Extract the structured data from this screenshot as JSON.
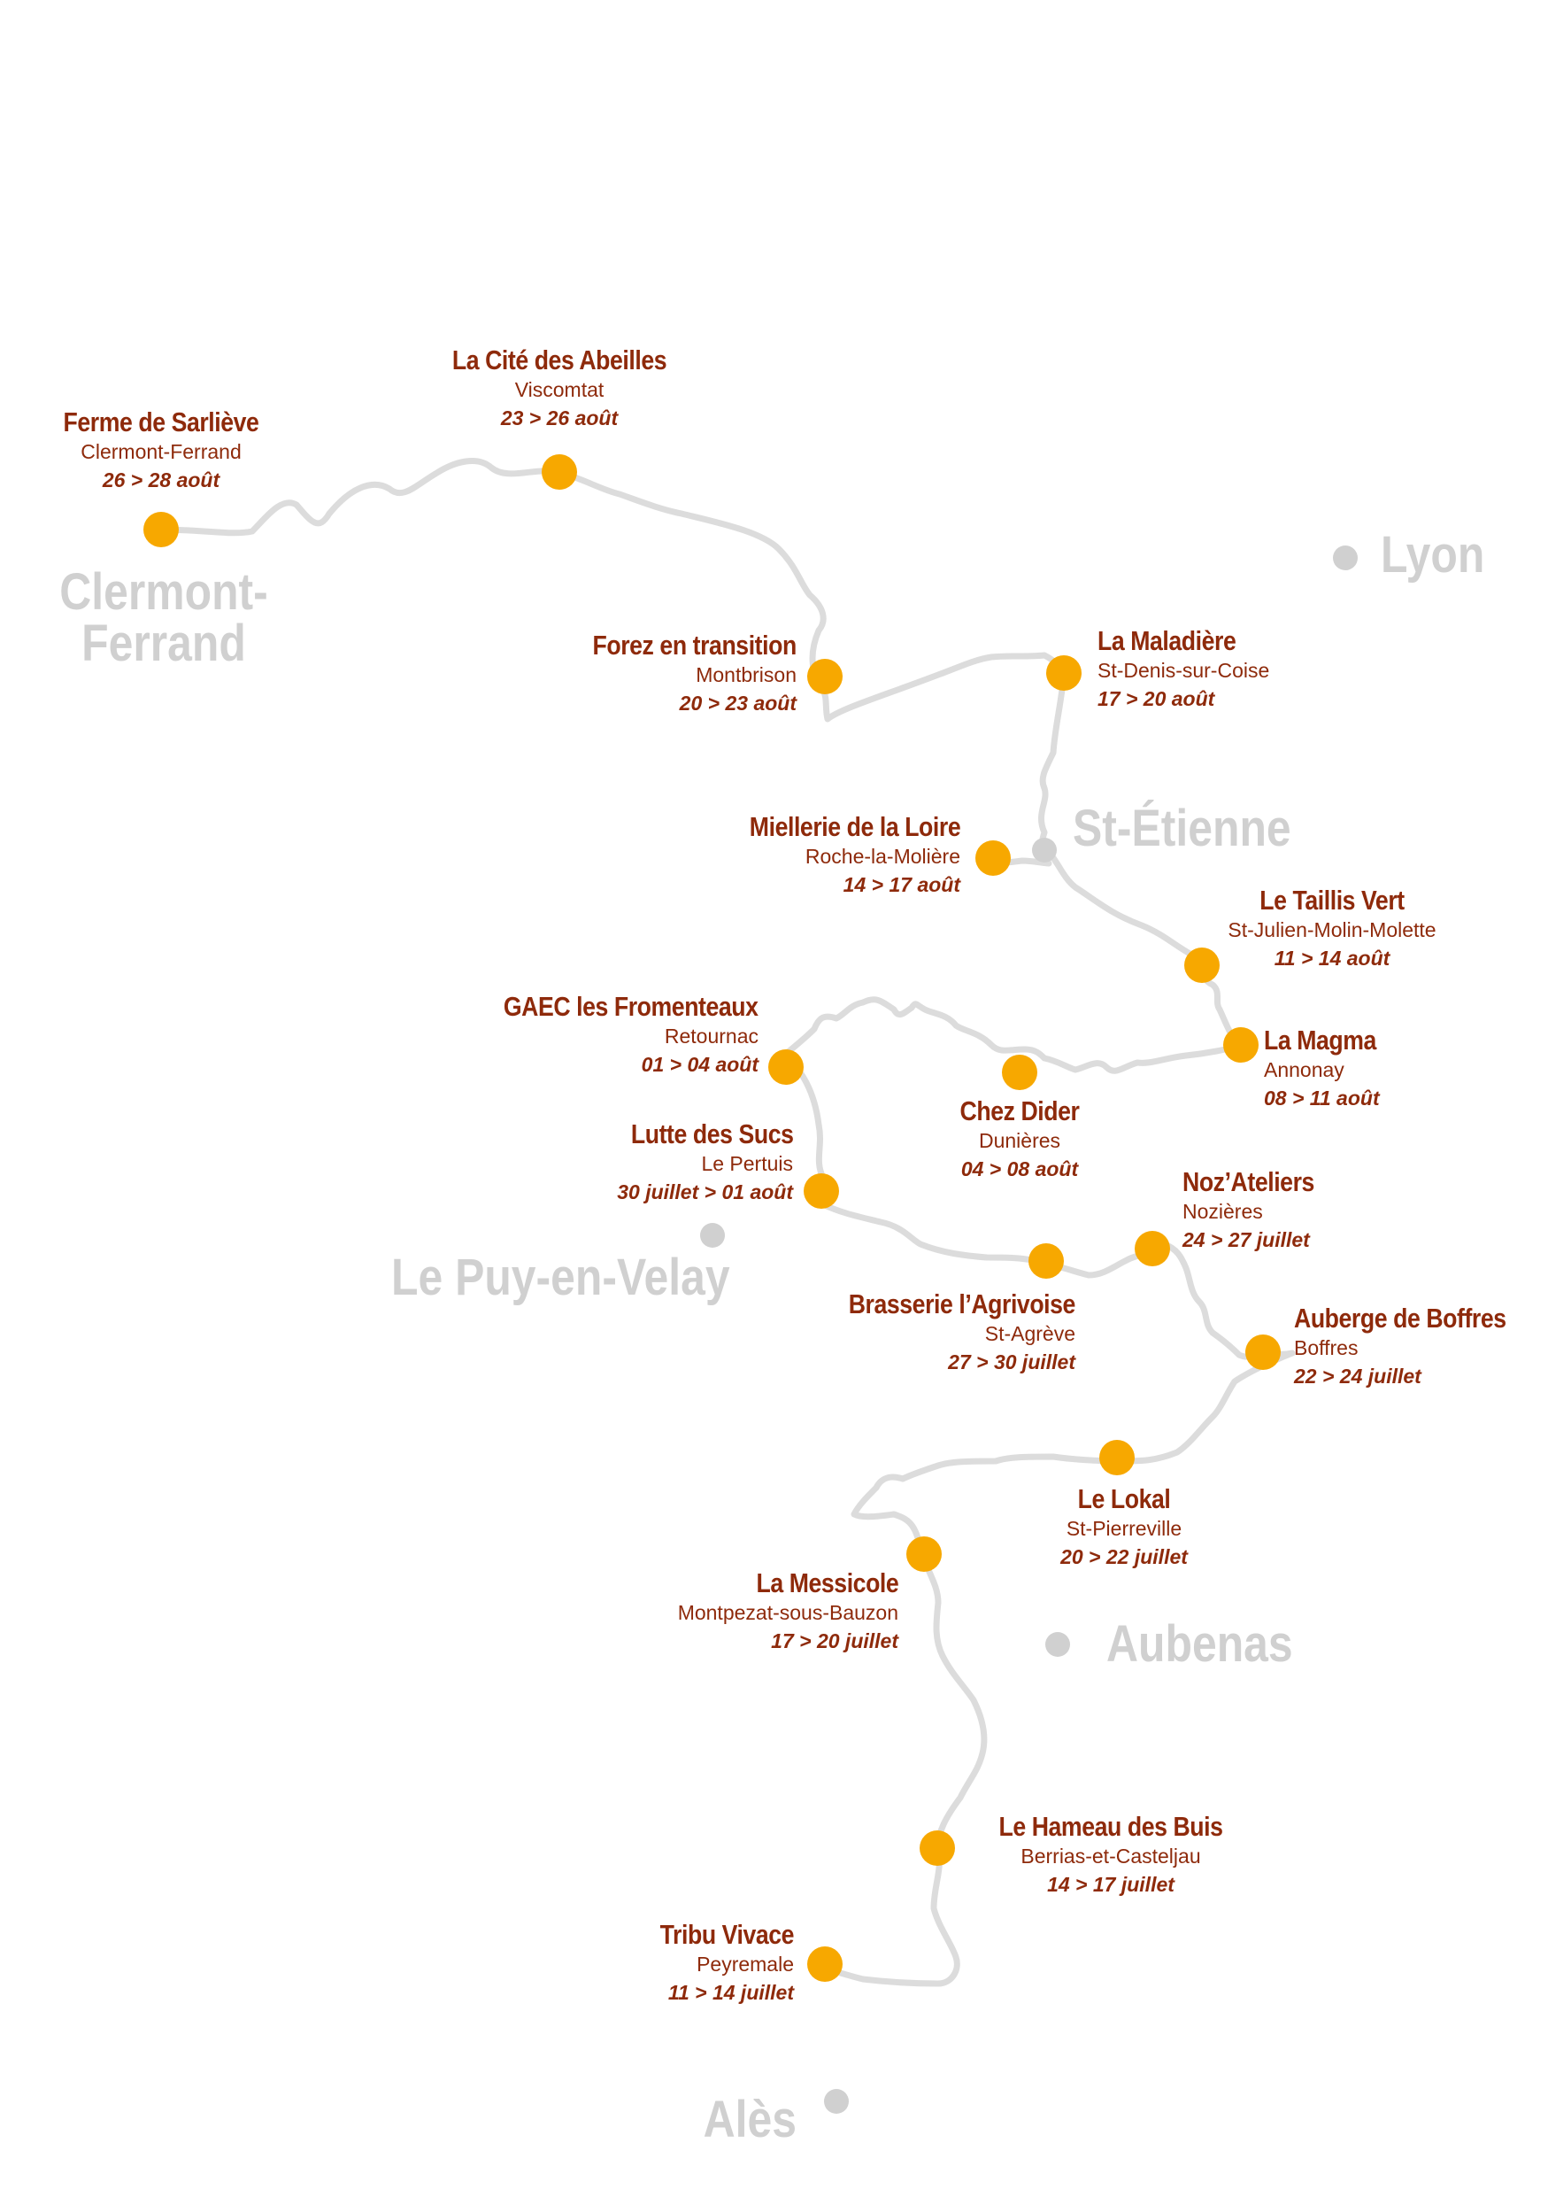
{
  "stops": [
    {
      "id": "ferme-de-sarlieve",
      "name": "Ferme de Sarliève",
      "town": "Clermont-Ferrand",
      "dates": "26 > 28 août"
    },
    {
      "id": "la-cite-des-abeilles",
      "name": "La Cité des Abeilles",
      "town": "Viscomtat",
      "dates": "23 > 26 août"
    },
    {
      "id": "forez-en-transition",
      "name": "Forez en transition",
      "town": "Montbrison",
      "dates": "20 > 23 août"
    },
    {
      "id": "la-maladiere",
      "name": "La Maladière",
      "town": "St-Denis-sur-Coise",
      "dates": "17 > 20 août"
    },
    {
      "id": "miellerie-de-la-loire",
      "name": "Miellerie de la Loire",
      "town": "Roche-la-Molière",
      "dates": "14 > 17 août"
    },
    {
      "id": "le-taillis-vert",
      "name": "Le Taillis Vert",
      "town": "St-Julien-Molin-Molette",
      "dates": "11 > 14 août"
    },
    {
      "id": "la-magma",
      "name": "La Magma",
      "town": "Annonay",
      "dates": "08 > 11 août"
    },
    {
      "id": "chez-dider",
      "name": "Chez Dider",
      "town": "Dunières",
      "dates": "04 > 08 août"
    },
    {
      "id": "gaec-les-fromenteaux",
      "name": "GAEC les Fromenteaux",
      "town": "Retournac",
      "dates": "01 > 04 août"
    },
    {
      "id": "lutte-des-sucs",
      "name": "Lutte des Sucs",
      "town": "Le Pertuis",
      "dates": "30 juillet > 01 août"
    },
    {
      "id": "brasserie-lagrivoise",
      "name": "Brasserie l’Agrivoise",
      "town": "St-Agrève",
      "dates": "27 > 30 juillet"
    },
    {
      "id": "nozateliers",
      "name": "Noz’Ateliers",
      "town": "Nozières",
      "dates": "24 > 27 juillet"
    },
    {
      "id": "auberge-de-boffres",
      "name": "Auberge de Boffres",
      "town": "Boffres",
      "dates": "22 > 24 juillet"
    },
    {
      "id": "le-lokal",
      "name": "Le Lokal",
      "town": "St-Pierreville",
      "dates": "20 > 22 juillet"
    },
    {
      "id": "la-messicole",
      "name": "La Messicole",
      "town": "Montpezat-sous-Bauzon",
      "dates": "17 > 20 juillet"
    },
    {
      "id": "le-hameau-des-buis",
      "name": "Le Hameau des Buis",
      "town": "Berrias-et-Casteljau",
      "dates": "14 > 17 juillet"
    },
    {
      "id": "tribu-vivace",
      "name": "Tribu Vivace",
      "town": "Peyremale",
      "dates": "11 > 14 juillet"
    }
  ],
  "cities": [
    {
      "id": "clermont-ferrand",
      "line1": "Clermont-",
      "line2": "Ferrand"
    },
    {
      "id": "lyon",
      "label": "Lyon"
    },
    {
      "id": "st-etienne",
      "label": "St-Étienne"
    },
    {
      "id": "le-puy-en-velay",
      "label": "Le Puy-en-Velay"
    },
    {
      "id": "aubenas",
      "label": "Aubenas"
    },
    {
      "id": "ales",
      "label": "Alès"
    }
  ],
  "colors": {
    "route": "#dcdcdc",
    "stop": "#f7a800",
    "text": "#8e2a0b",
    "city": "#d0d0d0"
  }
}
